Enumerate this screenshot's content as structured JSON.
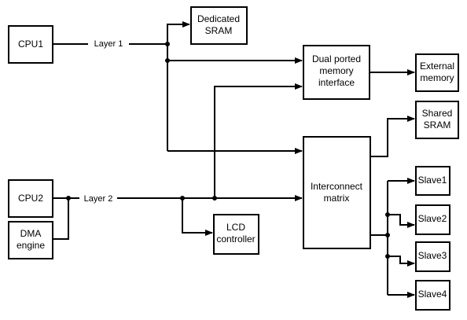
{
  "blocks": {
    "cpu1": "CPU1",
    "cpu2": "CPU2",
    "dma": [
      "DMA",
      "engine"
    ],
    "dedicated_sram": [
      "Dedicated",
      "SRAM"
    ],
    "dual_ported": [
      "Dual ported",
      "memory",
      "interface"
    ],
    "external_memory": [
      "External",
      "memory"
    ],
    "shared_sram": [
      "Shared",
      "SRAM"
    ],
    "interconnect": [
      "Interconnect",
      "matrix"
    ],
    "lcd": [
      "LCD",
      "controller"
    ],
    "slave1": "Slave1",
    "slave2": "Slave2",
    "slave3": "Slave3",
    "slave4": "Slave4"
  },
  "buses": {
    "layer1": "Layer 1",
    "layer2": "Layer 2"
  }
}
